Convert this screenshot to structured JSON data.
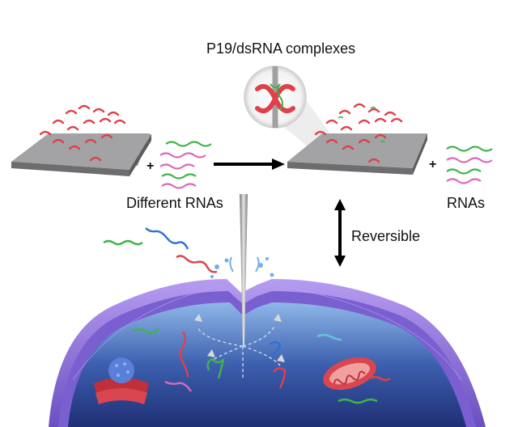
{
  "labels": {
    "title": "P19/dsRNA complexes",
    "different_rnas": "Different RNAs",
    "rnas": "RNAs",
    "reversible": "Reversible",
    "plus": "+"
  },
  "colors": {
    "chip_top": "#9a9a9c",
    "chip_side": "#6e6e70",
    "pillar": "#b8b8b8",
    "p19": "#e0404a",
    "arrow": "#000000",
    "cell_membrane": "#8a6fd6",
    "cytoplasm": "#2f4f9a",
    "rna_green": "#3fb34a",
    "rna_pink": "#d96ab8",
    "rna_blue": "#2f6fd9",
    "rna_red": "#e0404a",
    "mitochondrion": "#d9464f",
    "golgi": "#c0303a",
    "nucleus_blue": "#5a7fd9"
  },
  "icons": [
    "micropillar-chip",
    "magnified-p19-dsrna",
    "needle-icon",
    "cell",
    "mitochondrion-icon",
    "golgi-icon",
    "rna-strand"
  ]
}
